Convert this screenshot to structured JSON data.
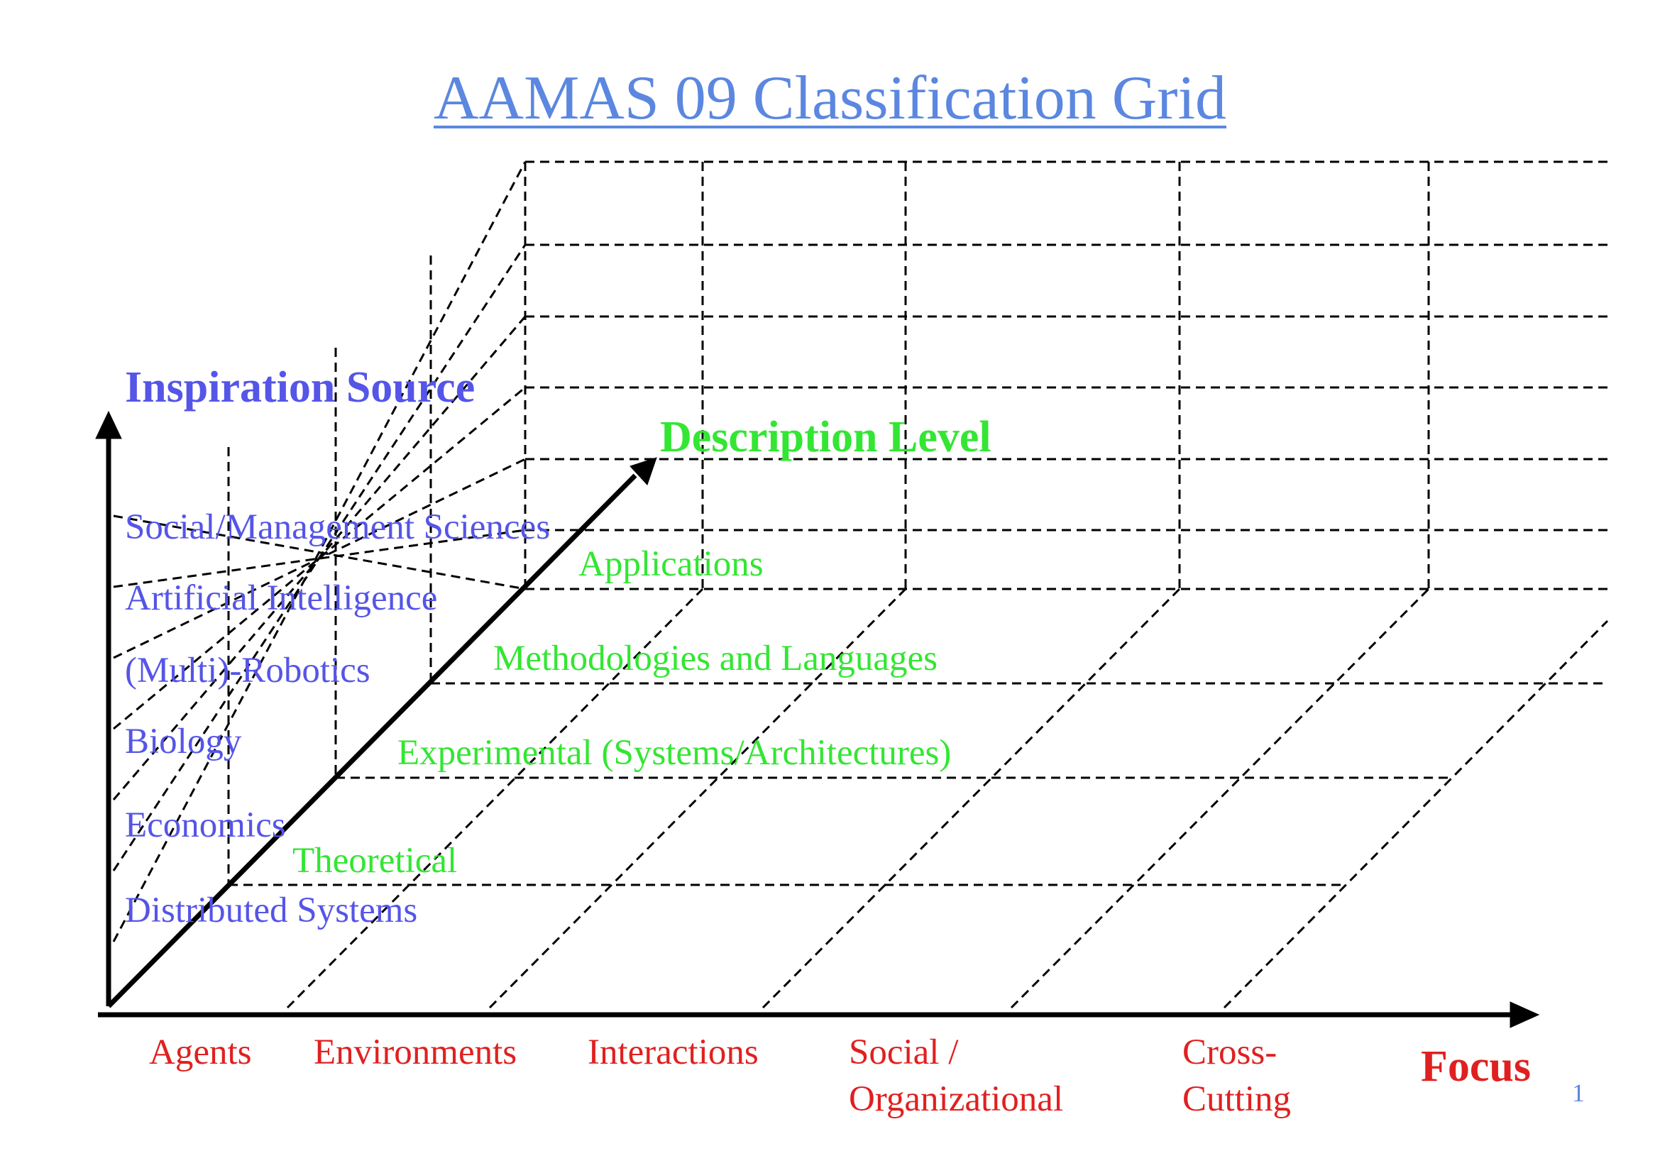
{
  "title": "AAMAS 09 Classification Grid",
  "axes": {
    "inspiration_source": "Inspiration Source",
    "description_level": "Description Level",
    "focus": "Focus"
  },
  "inspiration_sources": [
    "Social/Management Sciences",
    "Artificial Intelligence",
    "(Multi)-Robotics",
    "Biology",
    "Economics",
    "Distributed Systems"
  ],
  "description_levels": [
    "Applications",
    "Methodologies and Languages",
    "Experimental (Systems/Architectures)",
    "Theoretical"
  ],
  "focus_categories": [
    "Agents",
    "Environments",
    "Interactions",
    "Social /\nOrganizational",
    "Cross-\nCutting"
  ],
  "page_number": "1",
  "colors": {
    "title": "#5b87e0",
    "inspiration": "#5555e8",
    "description": "#33e633",
    "focus": "#e02020",
    "grid": "#000000"
  }
}
